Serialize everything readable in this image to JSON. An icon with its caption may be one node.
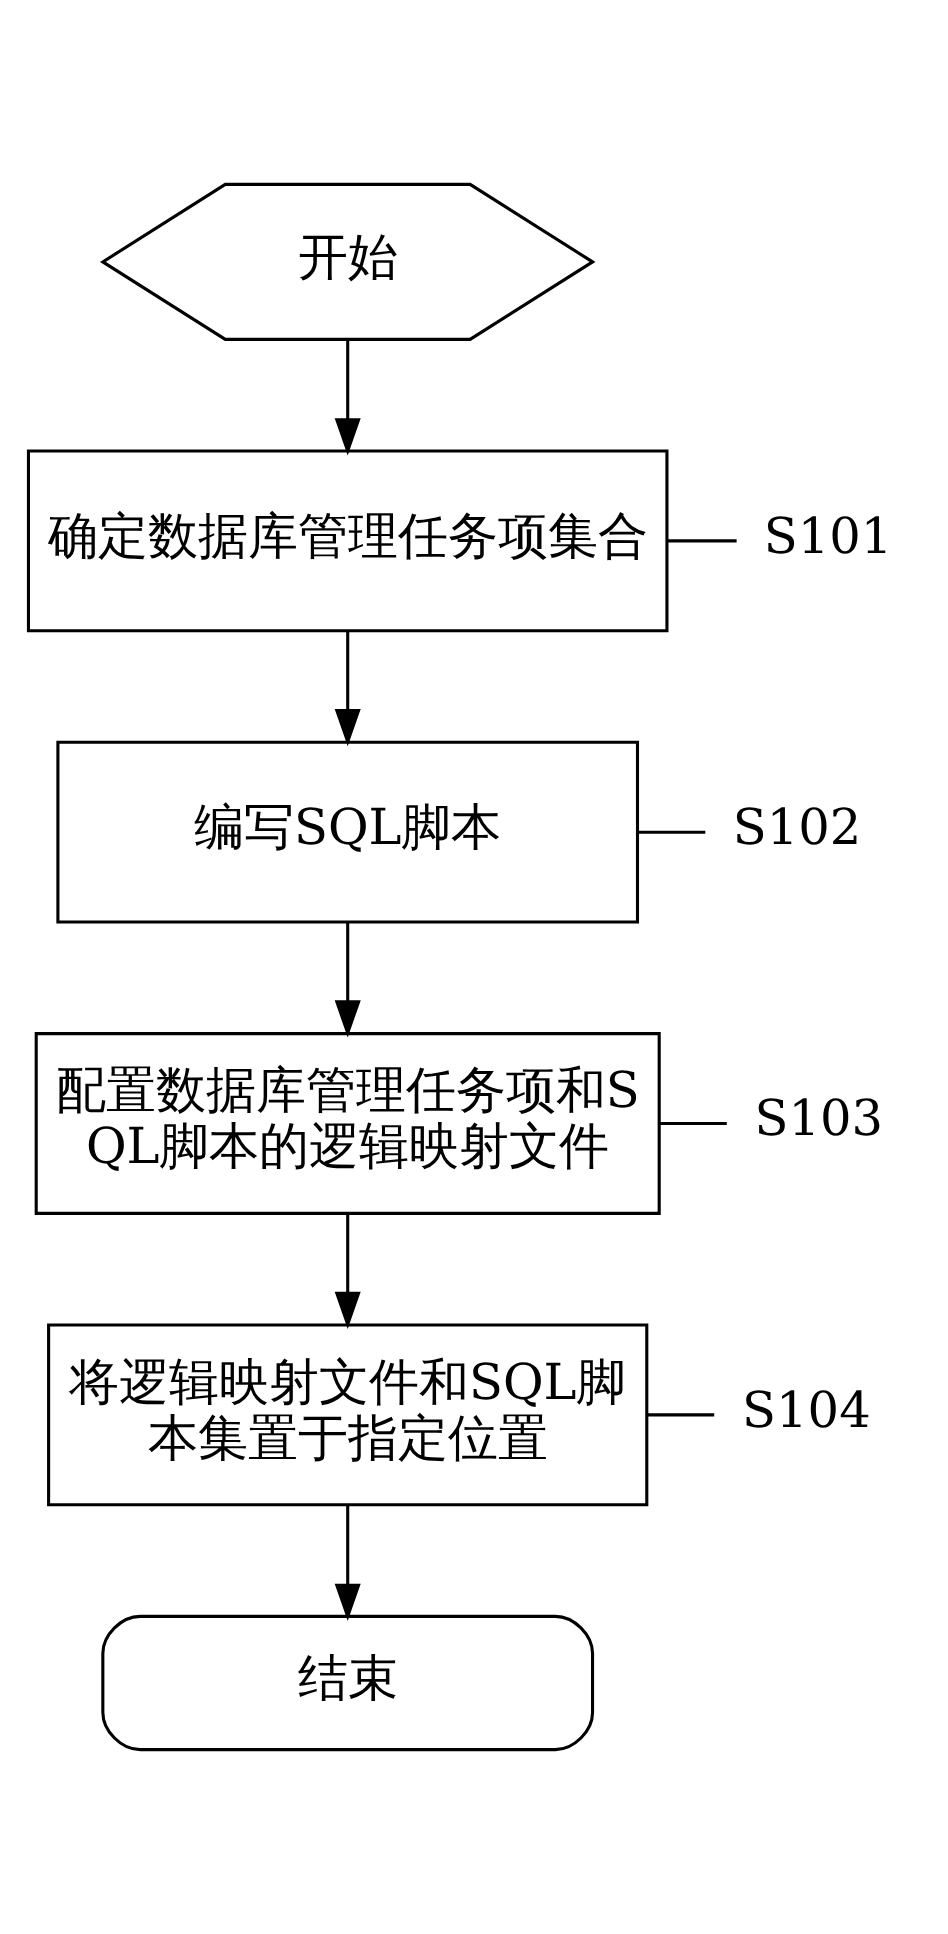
{
  "diagram": {
    "nodes": [
      {
        "text": [
          "开始"
        ]
      },
      {
        "text": [
          "确定数据库管理任务项集合"
        ]
      },
      {
        "text": [
          "S101"
        ]
      },
      {
        "text": [
          "编写SQL脚本"
        ]
      },
      {
        "text": [
          "S102"
        ]
      },
      {
        "text": [
          "配置数据库管理任务项和SQL脚本的逻辑映射文件"
        ]
      },
      {
        "text": [
          "S103"
        ]
      },
      {
        "text": [
          "将逻辑映射文件和SQL脚本集置于指定位置"
        ]
      },
      {
        "text": [
          "S104"
        ]
      },
      {
        "text": [
          "结束"
        ]
      }
    ],
    "edges": [
      {
        "from": 0,
        "to": 1,
        "arrow": "to"
      },
      {
        "from": 1,
        "to": 3,
        "arrow": "to"
      },
      {
        "from": 3,
        "to": 5,
        "arrow": "to"
      },
      {
        "from": 5,
        "to": 7,
        "arrow": "to"
      },
      {
        "from": 7,
        "to": 9,
        "arrow": "to"
      },
      {
        "from": 2,
        "to": 1,
        "arrow": "none"
      },
      {
        "from": 4,
        "to": 3,
        "arrow": "none"
      },
      {
        "from": 6,
        "to": 5,
        "arrow": "none"
      },
      {
        "from": 8,
        "to": 7,
        "arrow": "none"
      }
    ]
  }
}
